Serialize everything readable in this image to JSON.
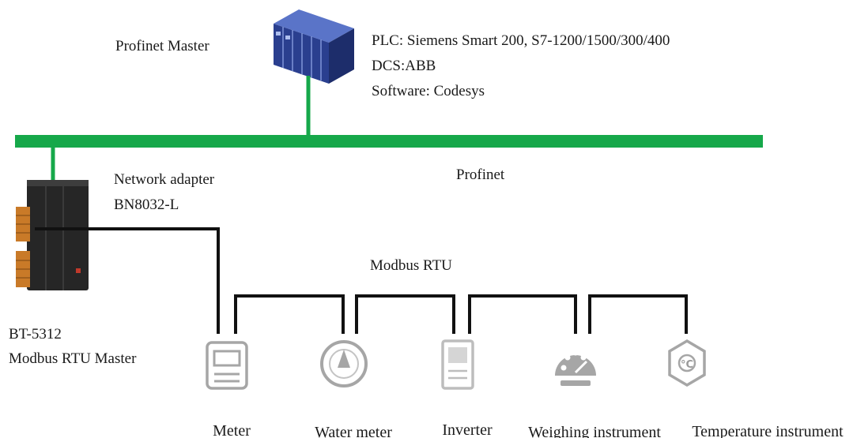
{
  "master": {
    "title": "Profinet Master",
    "details": [
      "PLC: Siemens Smart 200, S7-1200/1500/300/400",
      "DCS:ABB",
      "Software: Codesys"
    ]
  },
  "bus": {
    "profinet_label": "Profinet",
    "modbus_label": "Modbus RTU"
  },
  "adapter": {
    "line1": "Network adapter",
    "line2": "BN8032-L"
  },
  "gateway": {
    "line1": "BT-5312",
    "line2": "Modbus RTU Master"
  },
  "devices": [
    {
      "label": "Meter",
      "icon": "meter-icon"
    },
    {
      "label": "Water meter",
      "icon": "water-meter-icon"
    },
    {
      "label": "Inverter",
      "icon": "inverter-icon"
    },
    {
      "label": "Weighing instrument",
      "icon": "weighing-instrument-icon"
    },
    {
      "label": "Temperature instrument",
      "icon": "temperature-instrument-icon"
    }
  ],
  "colors": {
    "profinet_green": "#16a84a",
    "modbus_black": "#111111",
    "plc_blue": "#2a3f8f",
    "icon_gray": "#9a9a9a"
  }
}
